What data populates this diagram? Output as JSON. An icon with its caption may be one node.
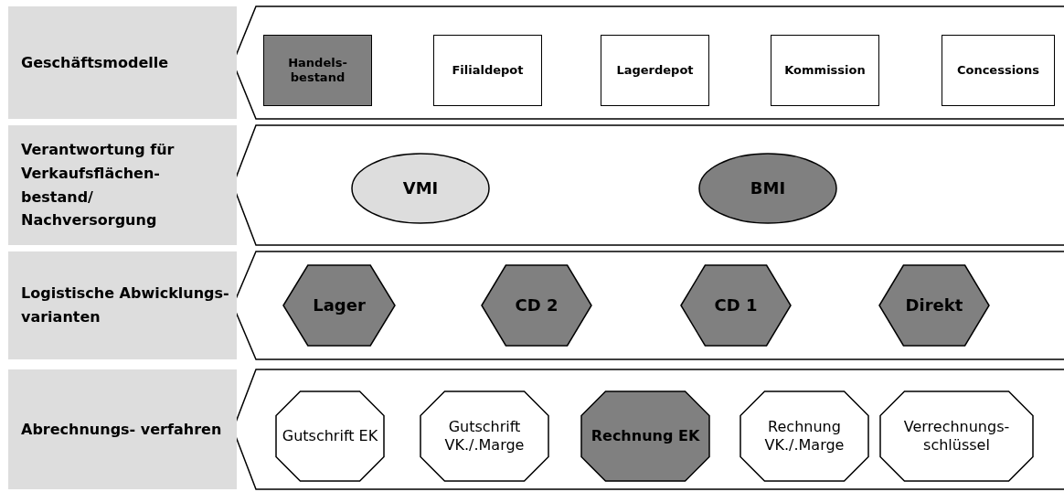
{
  "diagram": {
    "nodes": [
      {
        "text": [
          "Geschäftsmodelle"
        ]
      },
      {
        "text": [
          "Handels- bestand"
        ]
      },
      {
        "text": [
          "Filialdepot"
        ]
      },
      {
        "text": [
          "Lagerdepot"
        ]
      },
      {
        "text": [
          "Kommission"
        ]
      },
      {
        "text": [
          "Concessions"
        ]
      },
      {
        "text": [
          "Verantwortung für Verkaufsflächen- bestand/ Nachversorgung"
        ]
      },
      {
        "text": [
          "VMI"
        ]
      },
      {
        "text": [
          "BMI"
        ]
      },
      {
        "text": [
          "Logistische Abwicklungs- varianten"
        ]
      },
      {
        "text": [
          "Lager"
        ]
      },
      {
        "text": [
          "CD 2"
        ]
      },
      {
        "text": [
          "CD 1"
        ]
      },
      {
        "text": [
          "Direkt"
        ]
      },
      {
        "text": [
          "Abrechnungs- verfahren"
        ]
      },
      {
        "text": [
          "Gutschrift EK"
        ]
      },
      {
        "text": [
          "Gutschrift VK./.Marge"
        ]
      },
      {
        "text": [
          "Rechnung EK"
        ]
      },
      {
        "text": [
          "Rechnung VK./.Marge"
        ]
      },
      {
        "text": [
          "Verrechnungs- schlüssel"
        ]
      }
    ]
  }
}
